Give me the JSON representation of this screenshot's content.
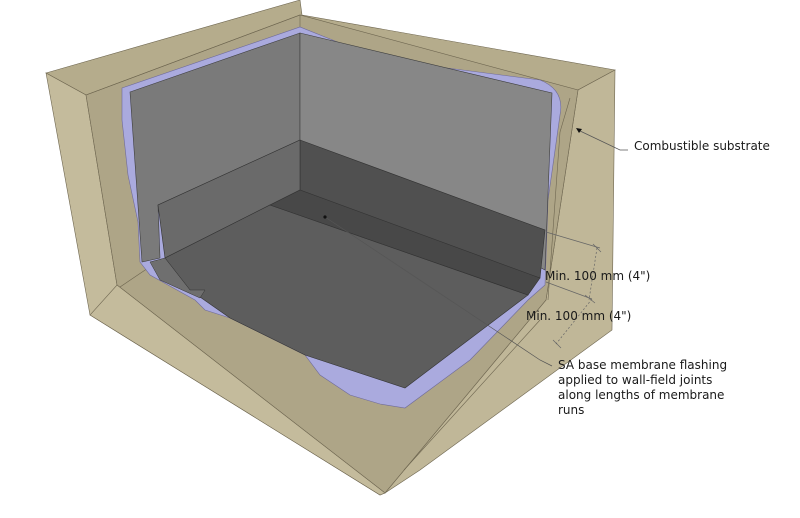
{
  "diagram": {
    "type": "3d-section-detail",
    "subject": "Membrane corner flashing in a wall/floor substrate cut-away",
    "colors": {
      "substrate_top": "#b5ac8c",
      "substrate_front": "#c4bb9c",
      "substrate_inner": "#aea587",
      "membrane": "#aaaade",
      "wall_back_right": "#868686",
      "wall_back_left": "#7a7a7a",
      "floor": "#5d5d5d",
      "flashing_strip_wall": "#4f4f4f",
      "flashing_strip_floor": "#464646",
      "leader_line": "#555555",
      "text": "#1a1a1a"
    }
  },
  "labels": {
    "substrate": "Combustible substrate",
    "dim_wall": "Min. 100 mm (4\")",
    "dim_floor": "Min. 100 mm (4\")",
    "flashing": "SA base membrane flashing applied to wall-field joints along lengths of membrane runs"
  }
}
